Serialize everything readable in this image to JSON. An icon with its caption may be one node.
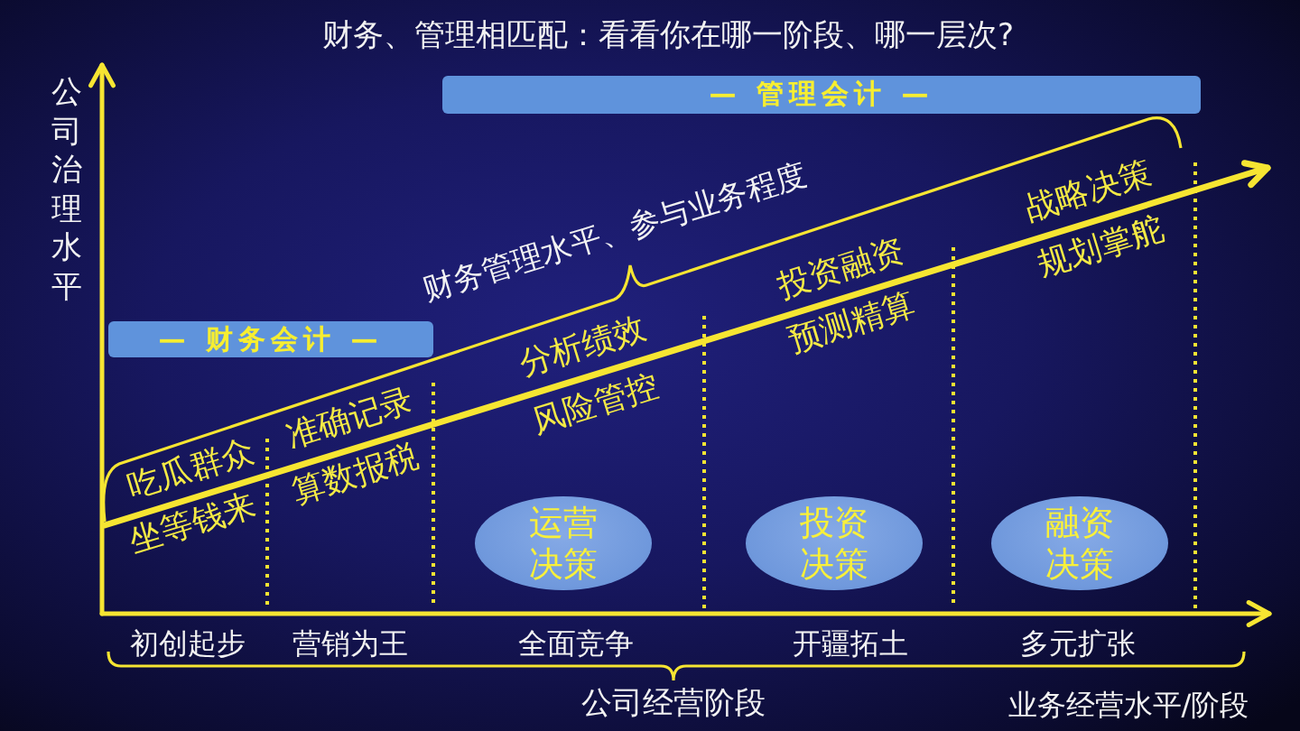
{
  "diagram": {
    "title": "财务、管理相匹配：看看你在哪一阶段、哪一层次?",
    "nodes": [
      {
        "text": [
          "— 管理会计 —"
        ]
      },
      {
        "text": [
          "— 财务会计 —"
        ]
      },
      {
        "text": [
          "运营决策"
        ]
      },
      {
        "text": [
          "投资决策"
        ]
      },
      {
        "text": [
          "融资决策"
        ]
      }
    ],
    "labels": [
      "公司治理水平",
      "财务管理水平、参与业务程度",
      "吃瓜群众",
      "坐等钱来",
      "准确记录",
      "算数报税",
      "分析绩效",
      "风险管控",
      "投资融资",
      "预测精算",
      "战略决策",
      "规划掌舵",
      "初创起步",
      "营销为王",
      "全面竞争",
      "开疆拓土",
      "多元扩张",
      "公司经营阶段",
      "业务经营水平/阶段"
    ]
  }
}
